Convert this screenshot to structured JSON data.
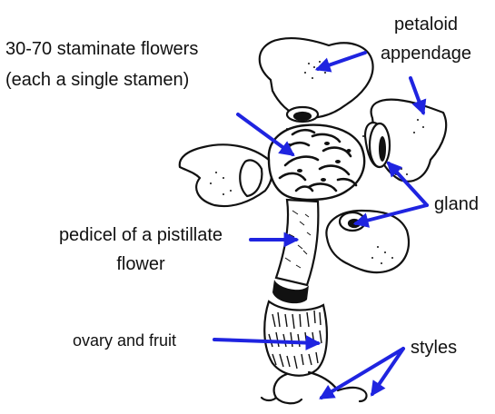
{
  "labels": {
    "staminate_line1": "30-70 staminate flowers",
    "staminate_line2": "(each a single stamen)",
    "petaloid_line1": "petaloid",
    "petaloid_line2": "appendage",
    "gland": "gland",
    "pedicel_line1": "pedicel of a pistillate",
    "pedicel_line2": "flower",
    "ovary": "ovary and fruit",
    "styles": "styles"
  },
  "colors": {
    "arrow": "#1f24e0",
    "ink": "#111111",
    "background": "#ffffff"
  }
}
